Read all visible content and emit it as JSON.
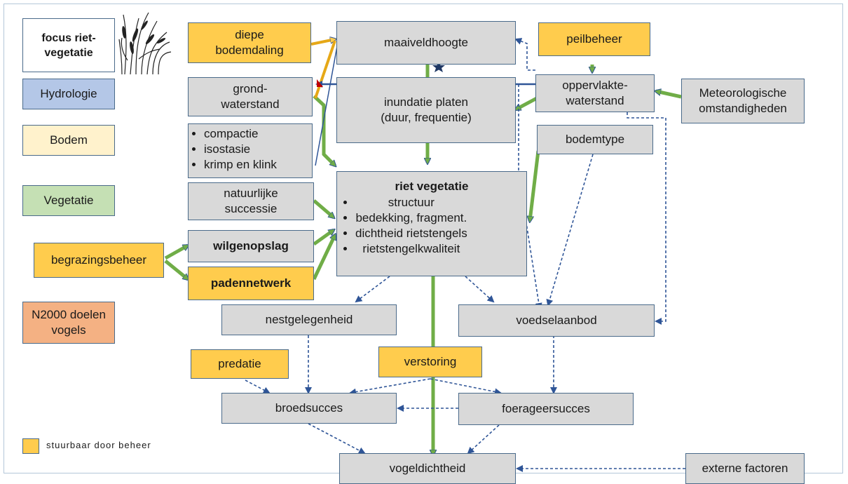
{
  "focus": {
    "line1": "focus riet-",
    "line2": "vegetatie"
  },
  "legend_boxes": {
    "hydrologie": "Hydrologie",
    "bodem": "Bodem",
    "vegetatie": "Vegetatie",
    "n2000_line1": "N2000 doelen",
    "n2000_line2": "vogels"
  },
  "nodes": {
    "diepe_bodemdaling_1": "diepe",
    "diepe_bodemdaling_2": "bodemdaling",
    "maaiveldhoogte": "maaiveldhoogte",
    "peilbeheer": "peilbeheer",
    "grondwaterstand_1": "grond-",
    "grondwaterstand_2": "waterstand",
    "inundatie_1": "inundatie platen",
    "inundatie_2": "(duur, frequentie)",
    "oppervlaktewaterstand_1": "oppervlakte-",
    "oppervlaktewaterstand_2": "waterstand",
    "meteo_1": "Meteorologische",
    "meteo_2": "omstandigheden",
    "processen": [
      "compactie",
      "isostasie",
      "krimp en klink"
    ],
    "bodemtype": "bodemtype",
    "natuurlijke_1": "natuurlijke",
    "natuurlijke_2": "successie",
    "riet_title": "riet vegetatie",
    "riet_items": [
      "structuur",
      "bedekking, fragment.",
      "dichtheid rietstengels",
      "rietstengelkwaliteit"
    ],
    "wilgenopslag": "wilgenopslag",
    "begrazingsbeheer": "begrazingsbeheer",
    "padennetwerk": "padennetwerk",
    "nestgelegenheid": "nestgelegenheid",
    "voedselaanbod": "voedselaanbod",
    "predatie": "predatie",
    "verstoring": "verstoring",
    "broedsucces": "broedsucces",
    "foerageersucces": "foerageersucces",
    "vogeldichtheid": "vogeldichtheid",
    "externe_factoren": "externe factoren"
  },
  "legend": {
    "stuurbaar": "stuurbaar door beheer"
  },
  "colors": {
    "grey": "#d9d9d9",
    "yellow": "#ffcc4d",
    "blue": "#b4c7e7",
    "cream": "#fff2cc",
    "green": "#c5e0b4",
    "orange": "#f4b183",
    "arrow_green": "#70ad47",
    "arrow_blue": "#2f5597"
  }
}
